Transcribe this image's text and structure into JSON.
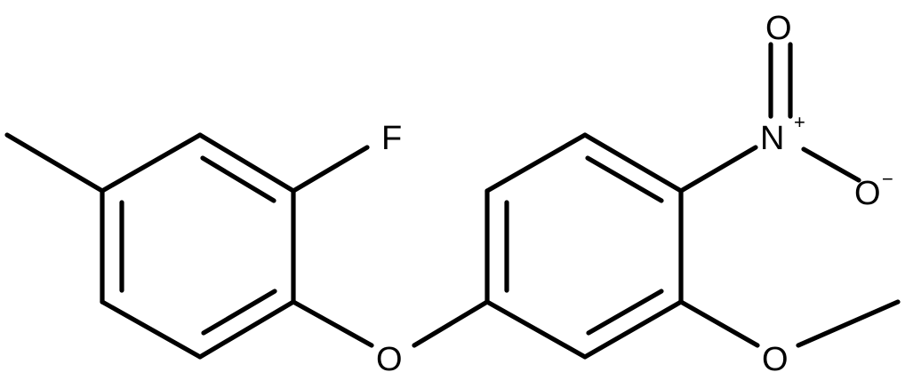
{
  "molecule": {
    "atoms": {
      "fluorine": "F",
      "ether_oxygen": "O",
      "nitrogen": "N",
      "nitrogen_charge": "+",
      "nitro_oxygen_top": "O",
      "nitro_oxygen_right": "O",
      "nitro_oxygen_right_charge": "−",
      "methoxy_oxygen": "O"
    }
  }
}
